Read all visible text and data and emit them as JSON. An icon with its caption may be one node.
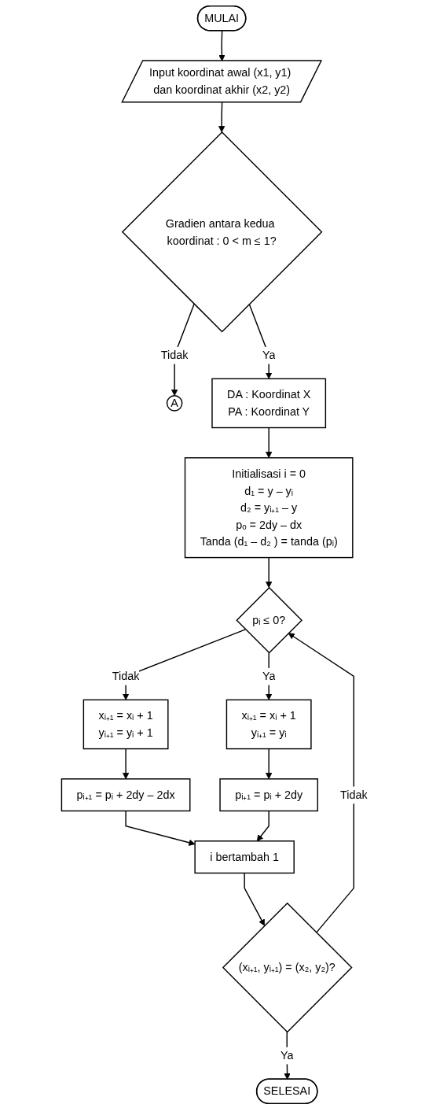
{
  "diagram": {
    "nodes": [
      {
        "text": [
          "MULAI"
        ]
      },
      {
        "text": [
          "Input koordinat awal (x1, y1) dan koordinat akhir (x2, y2)"
        ]
      },
      {
        "text": [
          "Gradien antara kedua koordinat : 0 < m ≤ 1?"
        ]
      },
      {
        "text": [
          "A"
        ]
      },
      {
        "text": [
          "DA : Koordinat X",
          "PA : Koordinat Y"
        ]
      },
      {
        "text": [
          "Initialisasi i = 0",
          "d₁ = y – yᵢ",
          "d₂ = yᵢ₊₁ – y",
          "pₒ = 2dy – dx",
          "Tanda (d₁ – d₂ ) = tanda (pᵢ)"
        ]
      },
      {
        "text": [
          "pᵢ ≤ 0?"
        ]
      },
      {
        "text": [
          "xᵢ₊₁ = xᵢ + 1",
          "yᵢ₊₁ = yᵢ + 1"
        ]
      },
      {
        "text": [
          "pᵢ₊₁ = pᵢ + 2dy – 2dx"
        ]
      },
      {
        "text": [
          "xᵢ₊₁ = xᵢ + 1",
          "yᵢ₊₁ = yᵢ"
        ]
      },
      {
        "text": [
          "pᵢ₊₁ = pᵢ + 2dy"
        ]
      },
      {
        "text": [
          "i bertambah 1"
        ]
      },
      {
        "text": [
          "(xᵢ₊₁, yᵢ₊₁) = (x₂, y₂)?"
        ]
      },
      {
        "text": [
          "SELESAI"
        ]
      }
    ],
    "edges": [
      {
        "from": 0,
        "to": 1,
        "arrow": "to"
      },
      {
        "from": 1,
        "to": 2,
        "arrow": "to"
      },
      {
        "from": 2,
        "to": 3,
        "arrow": "to",
        "label": "Tidak"
      },
      {
        "from": 2,
        "to": 4,
        "arrow": "to",
        "label": "Ya"
      },
      {
        "from": 4,
        "to": 5,
        "arrow": "to"
      },
      {
        "from": 5,
        "to": 6,
        "arrow": "to"
      },
      {
        "from": 6,
        "to": 7,
        "arrow": "to",
        "label": "Tidak"
      },
      {
        "from": 6,
        "to": 9,
        "arrow": "to",
        "label": "Ya"
      },
      {
        "from": 7,
        "to": 8,
        "arrow": "to"
      },
      {
        "from": 9,
        "to": 10,
        "arrow": "to"
      },
      {
        "from": 8,
        "to": 11,
        "arrow": "to"
      },
      {
        "from": 10,
        "to": 11,
        "arrow": "to"
      },
      {
        "from": 11,
        "to": 12,
        "arrow": "to"
      },
      {
        "from": 12,
        "to": 6,
        "arrow": "to",
        "label": "Tidak"
      },
      {
        "from": 12,
        "to": 13,
        "arrow": "to",
        "label": "Ya"
      }
    ]
  }
}
